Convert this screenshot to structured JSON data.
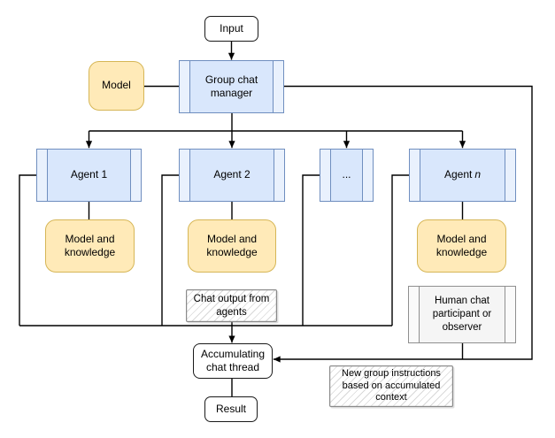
{
  "nodes": {
    "input": {
      "label": "Input"
    },
    "model": {
      "label": "Model"
    },
    "group_chat_manager": {
      "label": "Group chat manager"
    },
    "agent_1": {
      "label": "Agent 1"
    },
    "agent_2": {
      "label": "Agent 2"
    },
    "agents_more": {
      "label": "..."
    },
    "agent_n": {
      "prefix": "Agent",
      "variable": "n"
    },
    "model_knowledge_1": {
      "label": "Model and knowledge"
    },
    "model_knowledge_2": {
      "label": "Model and knowledge"
    },
    "model_knowledge_n": {
      "label": "Model and knowledge"
    },
    "chat_output_note": {
      "label": "Chat output from agents"
    },
    "human_participant": {
      "label": "Human chat participant or observer"
    },
    "accumulating_thread": {
      "label": "Accumulating chat thread"
    },
    "new_instructions_note": {
      "label": "New group instructions based on accumulated context"
    },
    "result": {
      "label": "Result"
    }
  },
  "colors": {
    "agent_fill": "#d9e7fc",
    "agent_stroke": "#6f8ebf",
    "model_fill": "#ffeab8",
    "model_stroke": "#d6b656",
    "human_fill": "#f5f5f5",
    "human_stroke": "#8f8f8f",
    "terminal_fill": "#ffffff",
    "line": "#000000",
    "hatch": "#d9d9d9"
  },
  "edges": [
    {
      "from": "input",
      "to": "group_chat_manager",
      "arrow": true
    },
    {
      "from": "model",
      "to": "group_chat_manager",
      "arrow": false
    },
    {
      "from": "group_chat_manager",
      "to": "agent_1",
      "arrow": true
    },
    {
      "from": "group_chat_manager",
      "to": "agent_2",
      "arrow": true
    },
    {
      "from": "group_chat_manager",
      "to": "agents_more",
      "arrow": true
    },
    {
      "from": "group_chat_manager",
      "to": "agent_n",
      "arrow": true
    },
    {
      "from": "agent_1",
      "to": "model_knowledge_1",
      "arrow": false
    },
    {
      "from": "agent_2",
      "to": "model_knowledge_2",
      "arrow": false
    },
    {
      "from": "agent_n",
      "to": "model_knowledge_n",
      "arrow": false
    },
    {
      "from": "agents",
      "to": "accumulating_thread",
      "arrow": true
    },
    {
      "from": "group_chat_manager",
      "to": "accumulating_thread",
      "arrow": true
    },
    {
      "from": "human_participant",
      "to": "accumulating_thread",
      "arrow": true
    },
    {
      "from": "accumulating_thread",
      "to": "result",
      "arrow": false
    }
  ]
}
